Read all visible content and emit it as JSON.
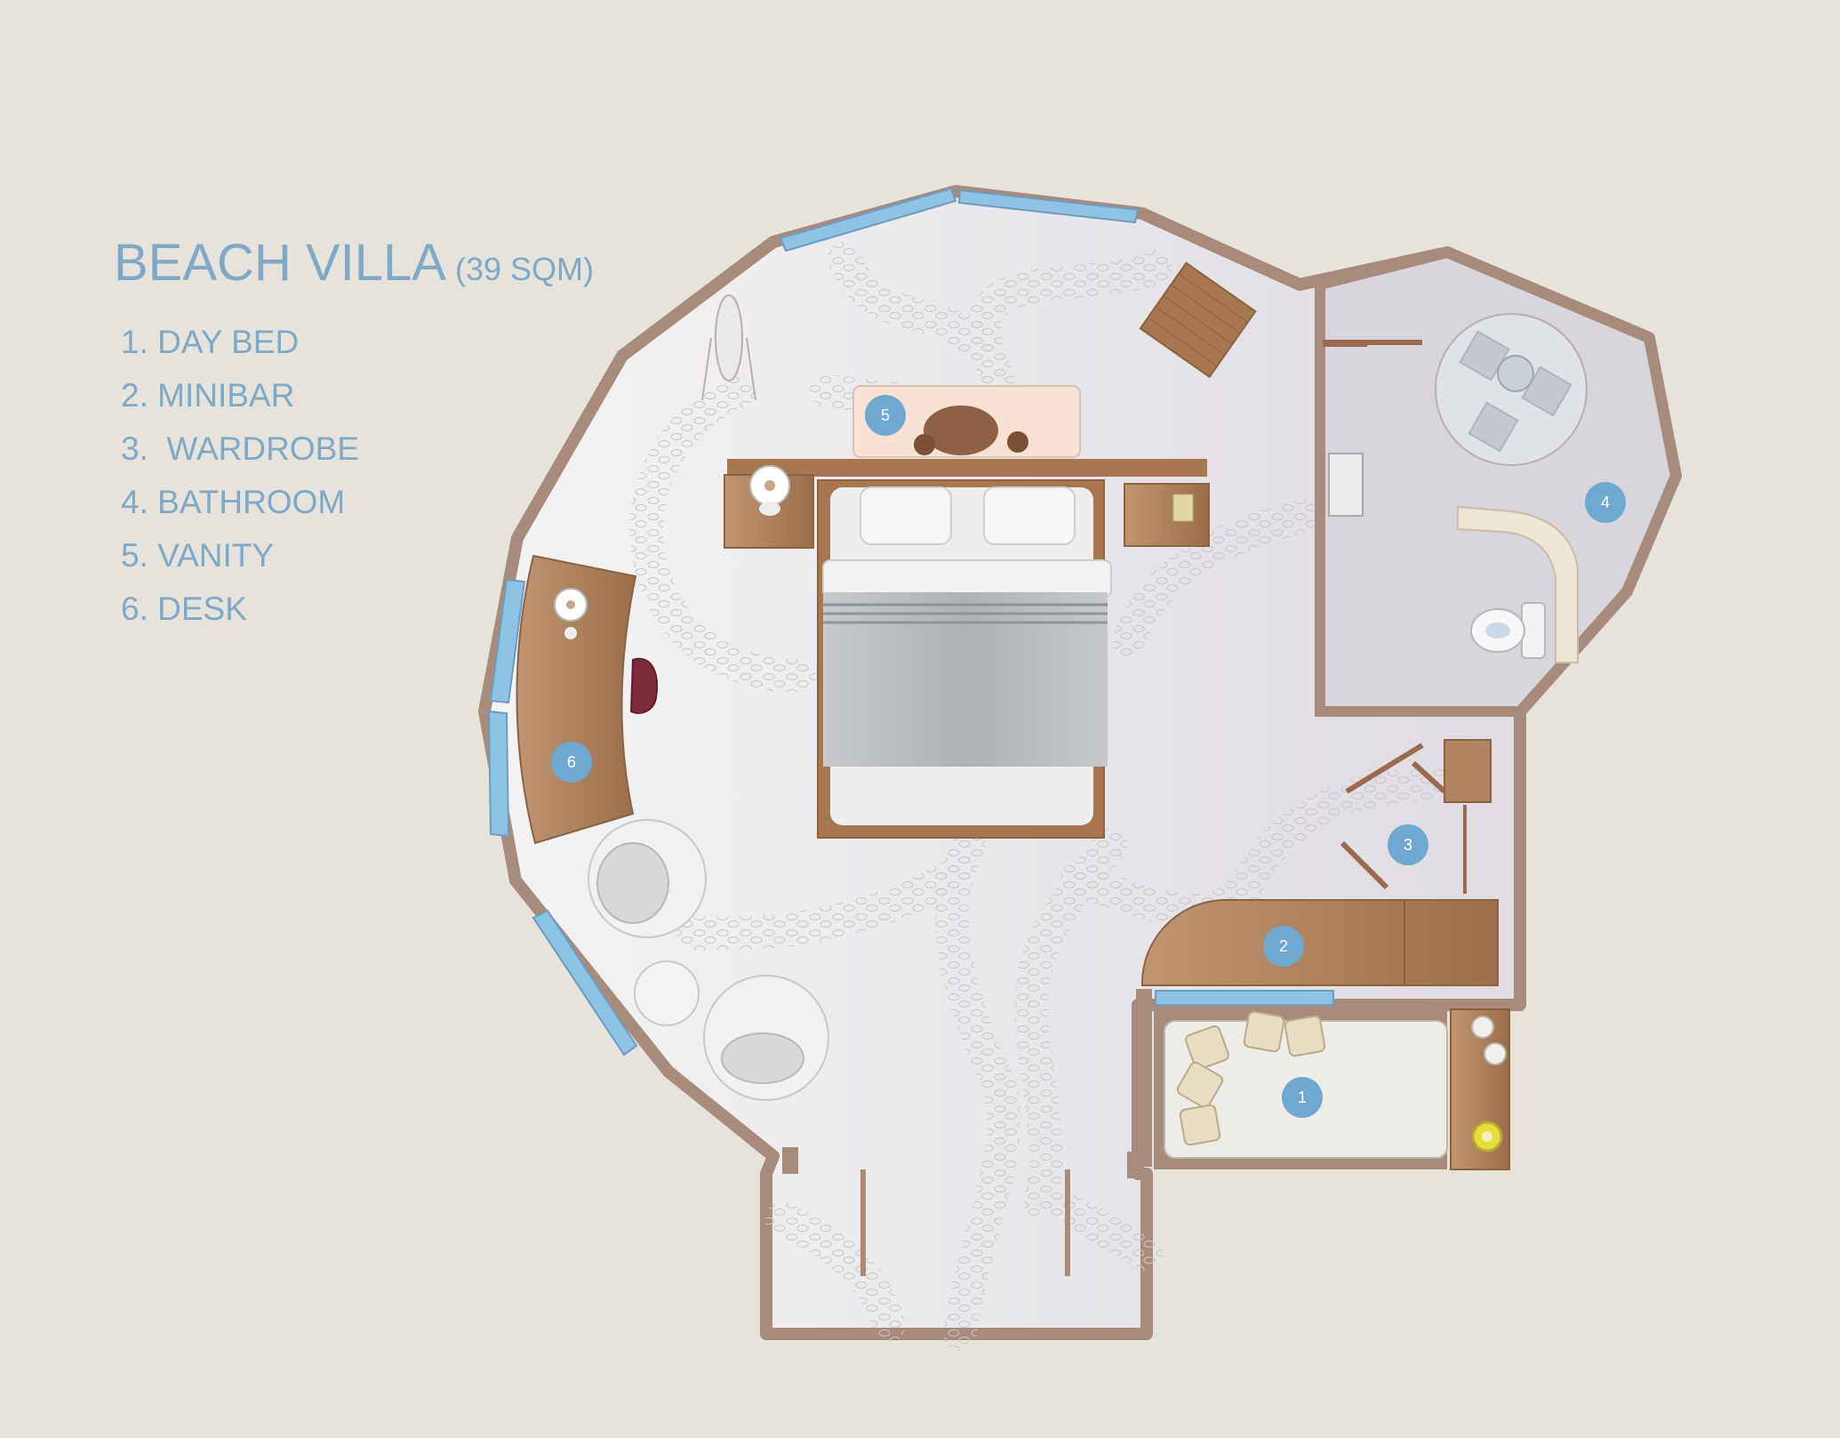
{
  "title": "BEACH VILLA",
  "subtitle": "(39 SQM)",
  "legend": [
    "1. DAY BED",
    "2. MINIBAR",
    "3.  WARDROBE",
    "4. BATHROOM",
    "5. VANITY",
    "6. DESK"
  ],
  "markers": {
    "day_bed": "1",
    "minibar": "2",
    "wardrobe": "3",
    "bathroom": "4",
    "vanity": "5",
    "desk": "6"
  },
  "colors": {
    "background": "#e6e3dc",
    "wall": "#a88b7b",
    "floor": "#e4e2e6",
    "window": "#8fc3e6",
    "wood": "#a7774f",
    "marker": "#6fa8d0",
    "text": "#7fa9c6"
  }
}
